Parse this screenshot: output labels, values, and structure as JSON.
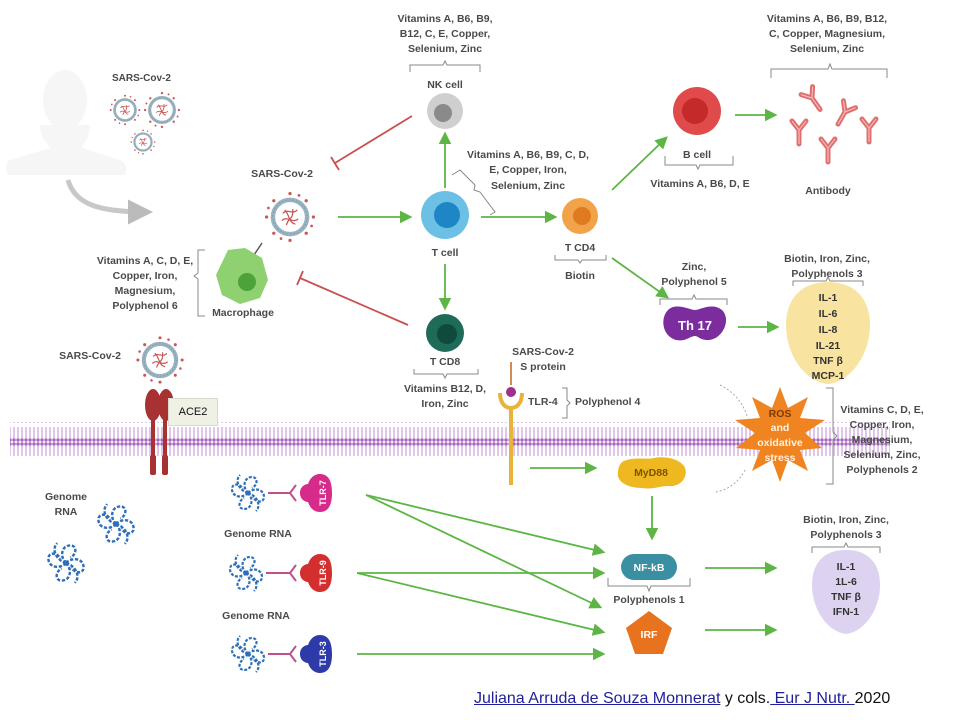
{
  "diagram": {
    "title": "SARS-CoV-2 immune response and micronutrients",
    "colors": {
      "activation_arrow": "#5cb544",
      "inhibition_line": "#c9504e",
      "t_cell": "#5cb8e0",
      "t_cell_nucleus": "#1f86c6",
      "t_cd4": "#f19a3a",
      "t_cd8": "#1f6b5a",
      "b_cell": "#e04a4a",
      "nk_cell": "#c8c8c8",
      "macrophage": "#8fd070",
      "th17": "#7b2d9e",
      "cytokine_yellow": "#f9e3a0",
      "cytokine_lavender": "#ddd3f0",
      "nfkb": "#3a8fa3",
      "irf": "#e8731f",
      "myd88": "#f0b820",
      "ros": "#ef8421",
      "membrane": "#b57ac6",
      "tlr7": "#d62b8a",
      "tlr9": "#d32f2f",
      "tlr3": "#2d3aa8",
      "ace2": "#a83232",
      "tlr4": "#e8b33a",
      "rna": "#2f6fb8"
    },
    "sources": {
      "virus_top": "SARS-Cov-2",
      "virus_mid": "SARS-Cov-2",
      "virus_ace2": "SARS-Cov-2",
      "s_protein": [
        "SARS-Cov-2",
        "S protein"
      ]
    },
    "cells": {
      "nk_cell": {
        "label": "NK cell",
        "nutrients": [
          "Vitamins A, B6, B9,",
          "B12, C, E, Copper,",
          "Selenium, Zinc"
        ]
      },
      "t_cell": {
        "label": "T cell",
        "nutrients": [
          "Vitamins A, B6, B9, C, D,",
          "E, Copper, Iron,",
          "Selenium, Zinc"
        ]
      },
      "t_cd4": {
        "label": "T CD4",
        "nutrients": [
          "Biotin"
        ]
      },
      "t_cd8": {
        "label": "T CD8",
        "nutrients": [
          "Vitamins B12, D,",
          "Iron, Zinc"
        ]
      },
      "b_cell": {
        "label": "B cell",
        "nutrients": [
          "Vitamins A, B6, D, E"
        ]
      },
      "antibody": {
        "label": "Antibody",
        "nutrients": [
          "Vitamins A, B6, B9, B12,",
          "C, Copper, Magnesium,",
          "Selenium, Zinc"
        ]
      },
      "macrophage": {
        "label": "Macrophage",
        "nutrients": [
          "Vitamins A, C, D, E,",
          "Copper, Iron,",
          "Magnesium,",
          "Polyphenol 6"
        ]
      },
      "th17": {
        "label": "Th 17",
        "nutrients": [
          "Zinc,",
          "Polyphenol 5"
        ]
      }
    },
    "cytokines_top": {
      "nutrients": [
        "Biotin, Iron, Zinc,",
        "Polyphenols 3"
      ],
      "items": [
        "IL-1",
        "IL-6",
        "IL-8",
        "IL-21",
        "TNF β",
        "MCP-1"
      ]
    },
    "cytokines_bottom": {
      "nutrients": [
        "Biotin, Iron, Zinc,",
        "Polyphenols 3"
      ],
      "items": [
        "IL-1",
        "1L-6",
        "TNF β",
        "IFN-1"
      ]
    },
    "receptors": {
      "ace2": "ACE2",
      "tlr4": "TLR-4",
      "tlr4_nutrient": "Polyphenol 4",
      "tlr7": "TLR-7",
      "tlr9": "TLR-9",
      "tlr3": "TLR-3"
    },
    "genome_rna": {
      "left": [
        "Genome",
        "RNA"
      ],
      "mid": "Genome RNA",
      "low": "Genome RNA"
    },
    "signaling": {
      "myd88": "MyD88",
      "nfkb": "NF-kB",
      "nfkb_nutrient": "Polyphenols 1",
      "irf": "IRF"
    },
    "ros": {
      "label": [
        "ROS",
        "and",
        "oxidative",
        "stress"
      ],
      "nutrients": [
        "Vitamins C, D, E,",
        "Copper, Iron,",
        "Magnesium,",
        "Selenium, Zinc,",
        "Polyphenols 2"
      ]
    }
  },
  "citation": {
    "author_link": "Juliana Arruda de Souza Monnerat",
    "middle": " y cols.",
    "journal_link": " Eur J Nutr. ",
    "year": "2020"
  }
}
